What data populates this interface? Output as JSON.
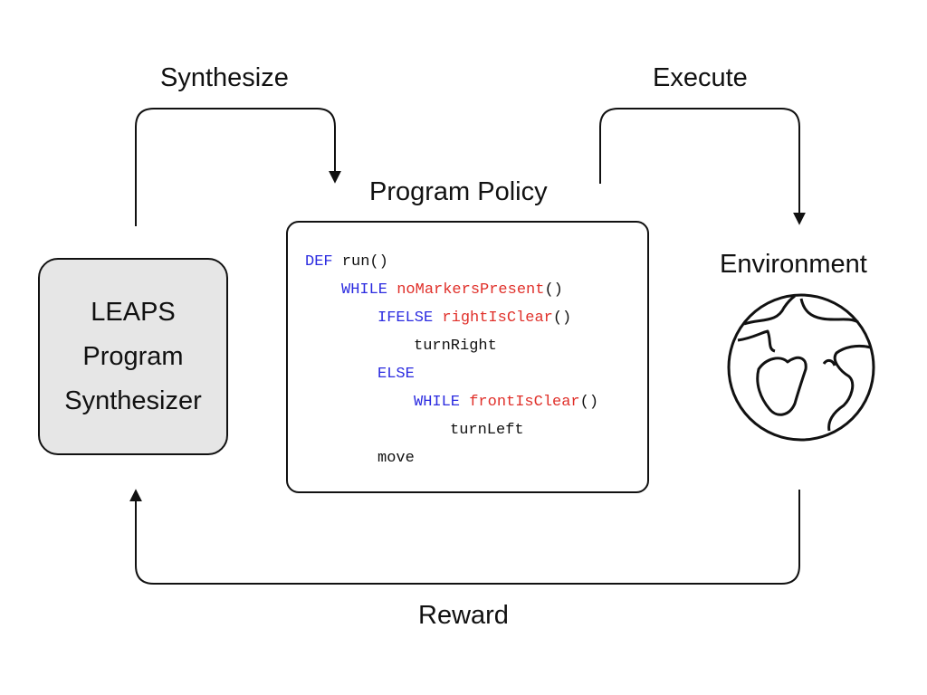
{
  "labels": {
    "synthesize": "Synthesize",
    "execute": "Execute",
    "program_policy": "Program Policy",
    "environment": "Environment",
    "reward": "Reward"
  },
  "synthesizer": {
    "line1": "LEAPS",
    "line2": "Program",
    "line3": "Synthesizer"
  },
  "code": {
    "l1_kw": "DEF",
    "l1_rest": " run()",
    "l2_kw": "WHILE",
    "l2_fn": "noMarkersPresent",
    "l2_rest": "()",
    "l3_kw": "IFELSE",
    "l3_fn": "rightIsClear",
    "l3_rest": "()",
    "l4": "turnRight",
    "l5_kw": "ELSE",
    "l6_kw": "WHILE",
    "l6_fn": "frontIsClear",
    "l6_rest": "()",
    "l7": "turnLeft",
    "l8": "move"
  },
  "colors": {
    "keyword": "#2b2be0",
    "function": "#e0302a",
    "synth_box_fill": "#e6e6e6"
  },
  "icons": {
    "environment": "globe-icon"
  }
}
